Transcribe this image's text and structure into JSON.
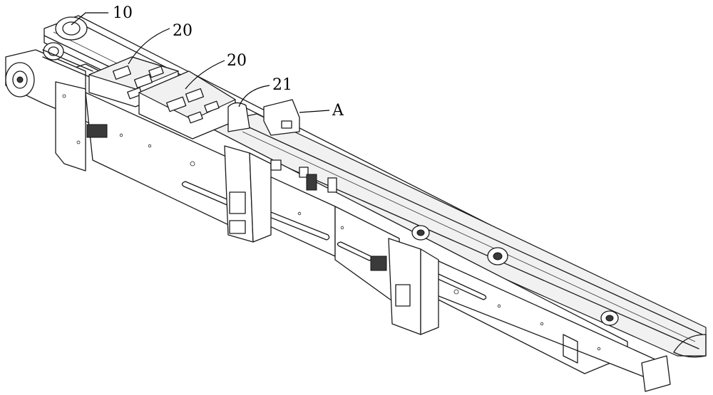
{
  "callouts": [
    {
      "id": "c10",
      "label": "10"
    },
    {
      "id": "c20a",
      "label": "20"
    },
    {
      "id": "c20b",
      "label": "20"
    },
    {
      "id": "c21",
      "label": "21"
    },
    {
      "id": "cA",
      "label": "A"
    }
  ]
}
